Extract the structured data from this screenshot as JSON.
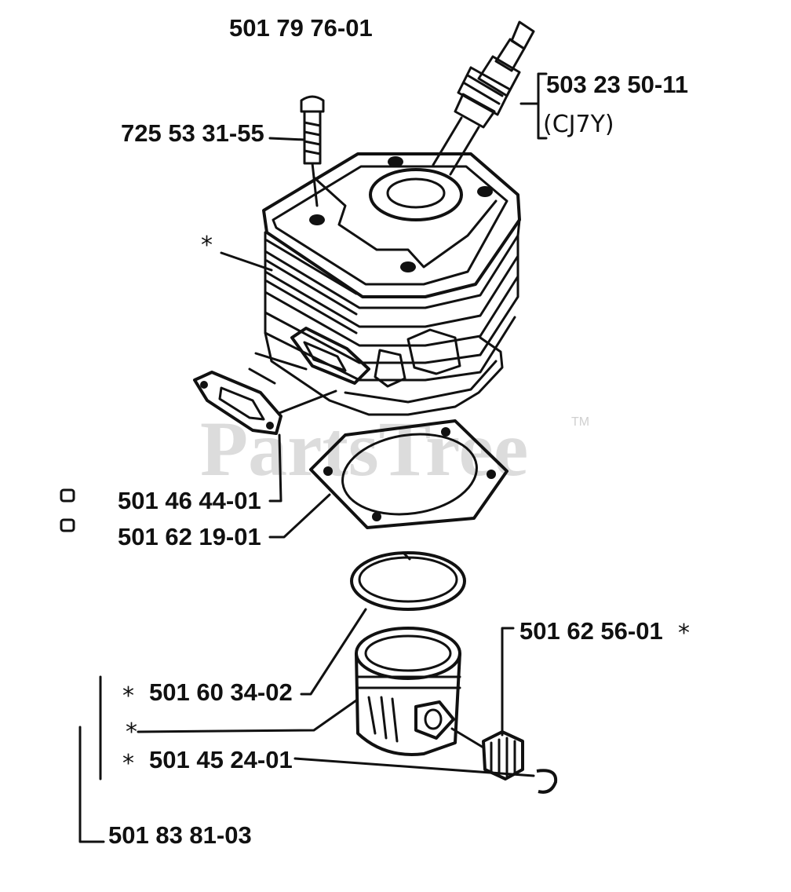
{
  "watermark": {
    "brand": "PartsTree",
    "tm": "TM"
  },
  "parts": {
    "cylinder_assembly": "501 79 76-01",
    "spark_plug": "503 23 50-11",
    "spark_plug_type": "(CJ7Y)",
    "bolt": "725 53 31-55",
    "cylinder_marker": "*",
    "gasket_small": "501 46 44-01",
    "gasket_base": "501 62 19-01",
    "piston_bearing": "501 62 56-01",
    "piston_bearing_marker": "*",
    "piston_ring": "501 60 34-02",
    "piston_ring_marker": "*",
    "piston_marker": "*",
    "circlip": "501 45 24-01",
    "circlip_marker": "*",
    "piston_kit": "501 83 81-03"
  },
  "icons": {
    "gasket_small_marker": "square-outline-icon",
    "gasket_base_marker": "square-outline-icon"
  }
}
